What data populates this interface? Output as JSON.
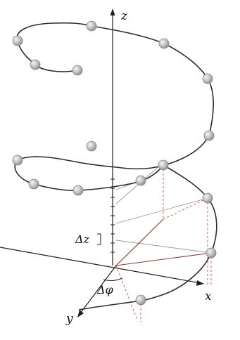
{
  "labels": {
    "x_axis": "x",
    "y_axis": "y",
    "z_axis": "z",
    "delta_z": "Δz",
    "delta_phi": "Δφ"
  },
  "colors": {
    "line": "#2b2b2b",
    "axis": "#1e1e1e",
    "bead_fill": "#bdbdbd",
    "bead_stroke": "#8a8a8a",
    "guide": "#9a9a9a",
    "dashed": "#d94a3a",
    "radial": "#8a3a30"
  }
}
